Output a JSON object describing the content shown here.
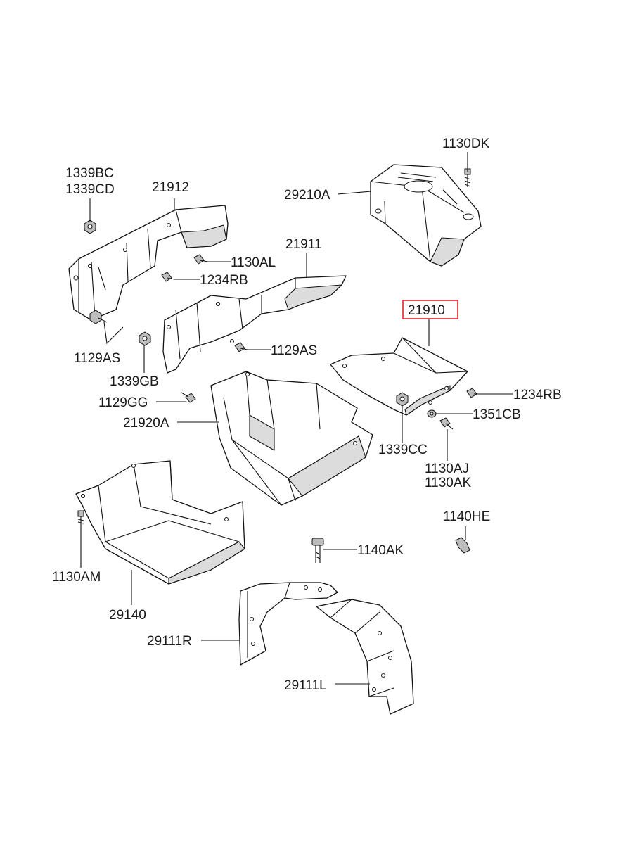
{
  "diagram": {
    "highlight_color": "#e0262b",
    "highlighted_part": "21910",
    "labels": {
      "l1130DK": "1130DK",
      "l1339BC": "1339BC",
      "l1339CD": "1339CD",
      "l21912": "21912",
      "l29210A": "29210A",
      "l1130AL": "1130AL",
      "l21911": "21911",
      "l1234RB_top": "1234RB",
      "l21910": "21910",
      "l1129AS_left": "1129AS",
      "l1129AS_mid": "1129AS",
      "l1339GB": "1339GB",
      "l1234RB_right": "1234RB",
      "l1129GG": "1129GG",
      "l1351CB": "1351CB",
      "l21920A": "21920A",
      "l1339CC": "1339CC",
      "l1130AJ": "1130AJ",
      "l1130AK": "1130AK",
      "l1140HE": "1140HE",
      "l1140AK": "1140AK",
      "l1130AM": "1130AM",
      "l29140": "29140",
      "l29111R": "29111R",
      "l29111L": "29111L"
    }
  }
}
